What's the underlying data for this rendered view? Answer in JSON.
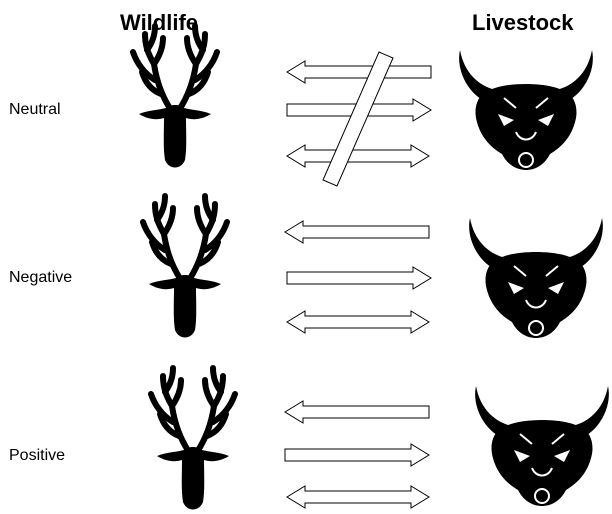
{
  "headings": {
    "wildlife": "Wildlife",
    "livestock": "Livestock"
  },
  "rows": [
    {
      "label": "Neutral",
      "blocked": true
    },
    {
      "label": "Negative",
      "blocked": false
    },
    {
      "label": "Positive",
      "blocked": false
    }
  ],
  "icons": {
    "wildlife": "deer-head-icon",
    "livestock": "bull-head-icon"
  },
  "colors": {
    "silhouette": "#000000",
    "arrow_stroke": "#000000",
    "arrow_fill": "#ffffff"
  }
}
